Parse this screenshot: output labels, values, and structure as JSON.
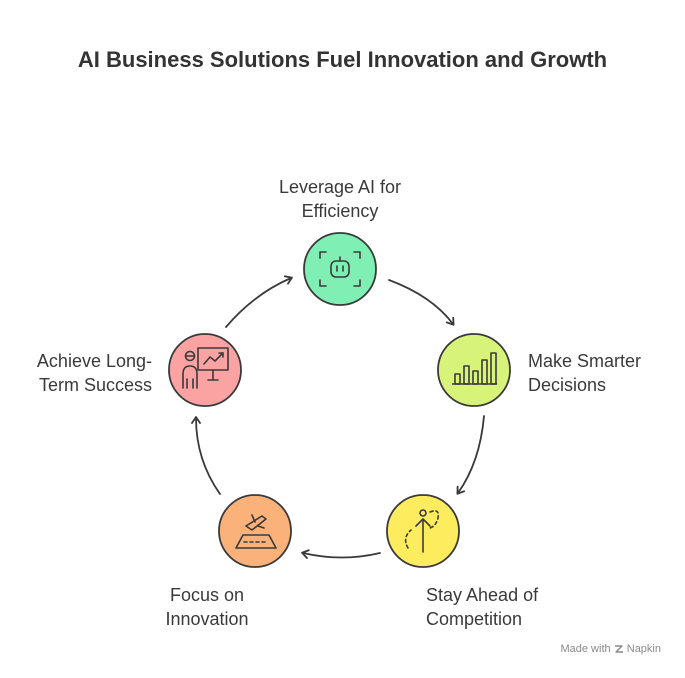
{
  "title": "AI Business Solutions Fuel Innovation and Growth",
  "nodes": [
    {
      "id": "efficiency",
      "line1": "Leverage AI for",
      "line2": "Efficiency",
      "color": "#7fefb3",
      "icon": "robot-icon"
    },
    {
      "id": "decisions",
      "line1": "Make Smarter",
      "line2": "Decisions",
      "color": "#d8f37a",
      "icon": "bar-chart-icon"
    },
    {
      "id": "competition",
      "line1": "Stay Ahead of",
      "line2": "Competition",
      "color": "#fdec5e",
      "icon": "path-arrow-icon"
    },
    {
      "id": "innovation",
      "line1": "Focus on",
      "line2": "Innovation",
      "color": "#fbb27a",
      "icon": "launch-icon"
    },
    {
      "id": "success",
      "line1": "Achieve Long-",
      "line2": "Term Success",
      "color": "#fba3a3",
      "icon": "presenter-icon"
    }
  ],
  "footer": {
    "made_with": "Made with",
    "brand": "Napkin"
  }
}
